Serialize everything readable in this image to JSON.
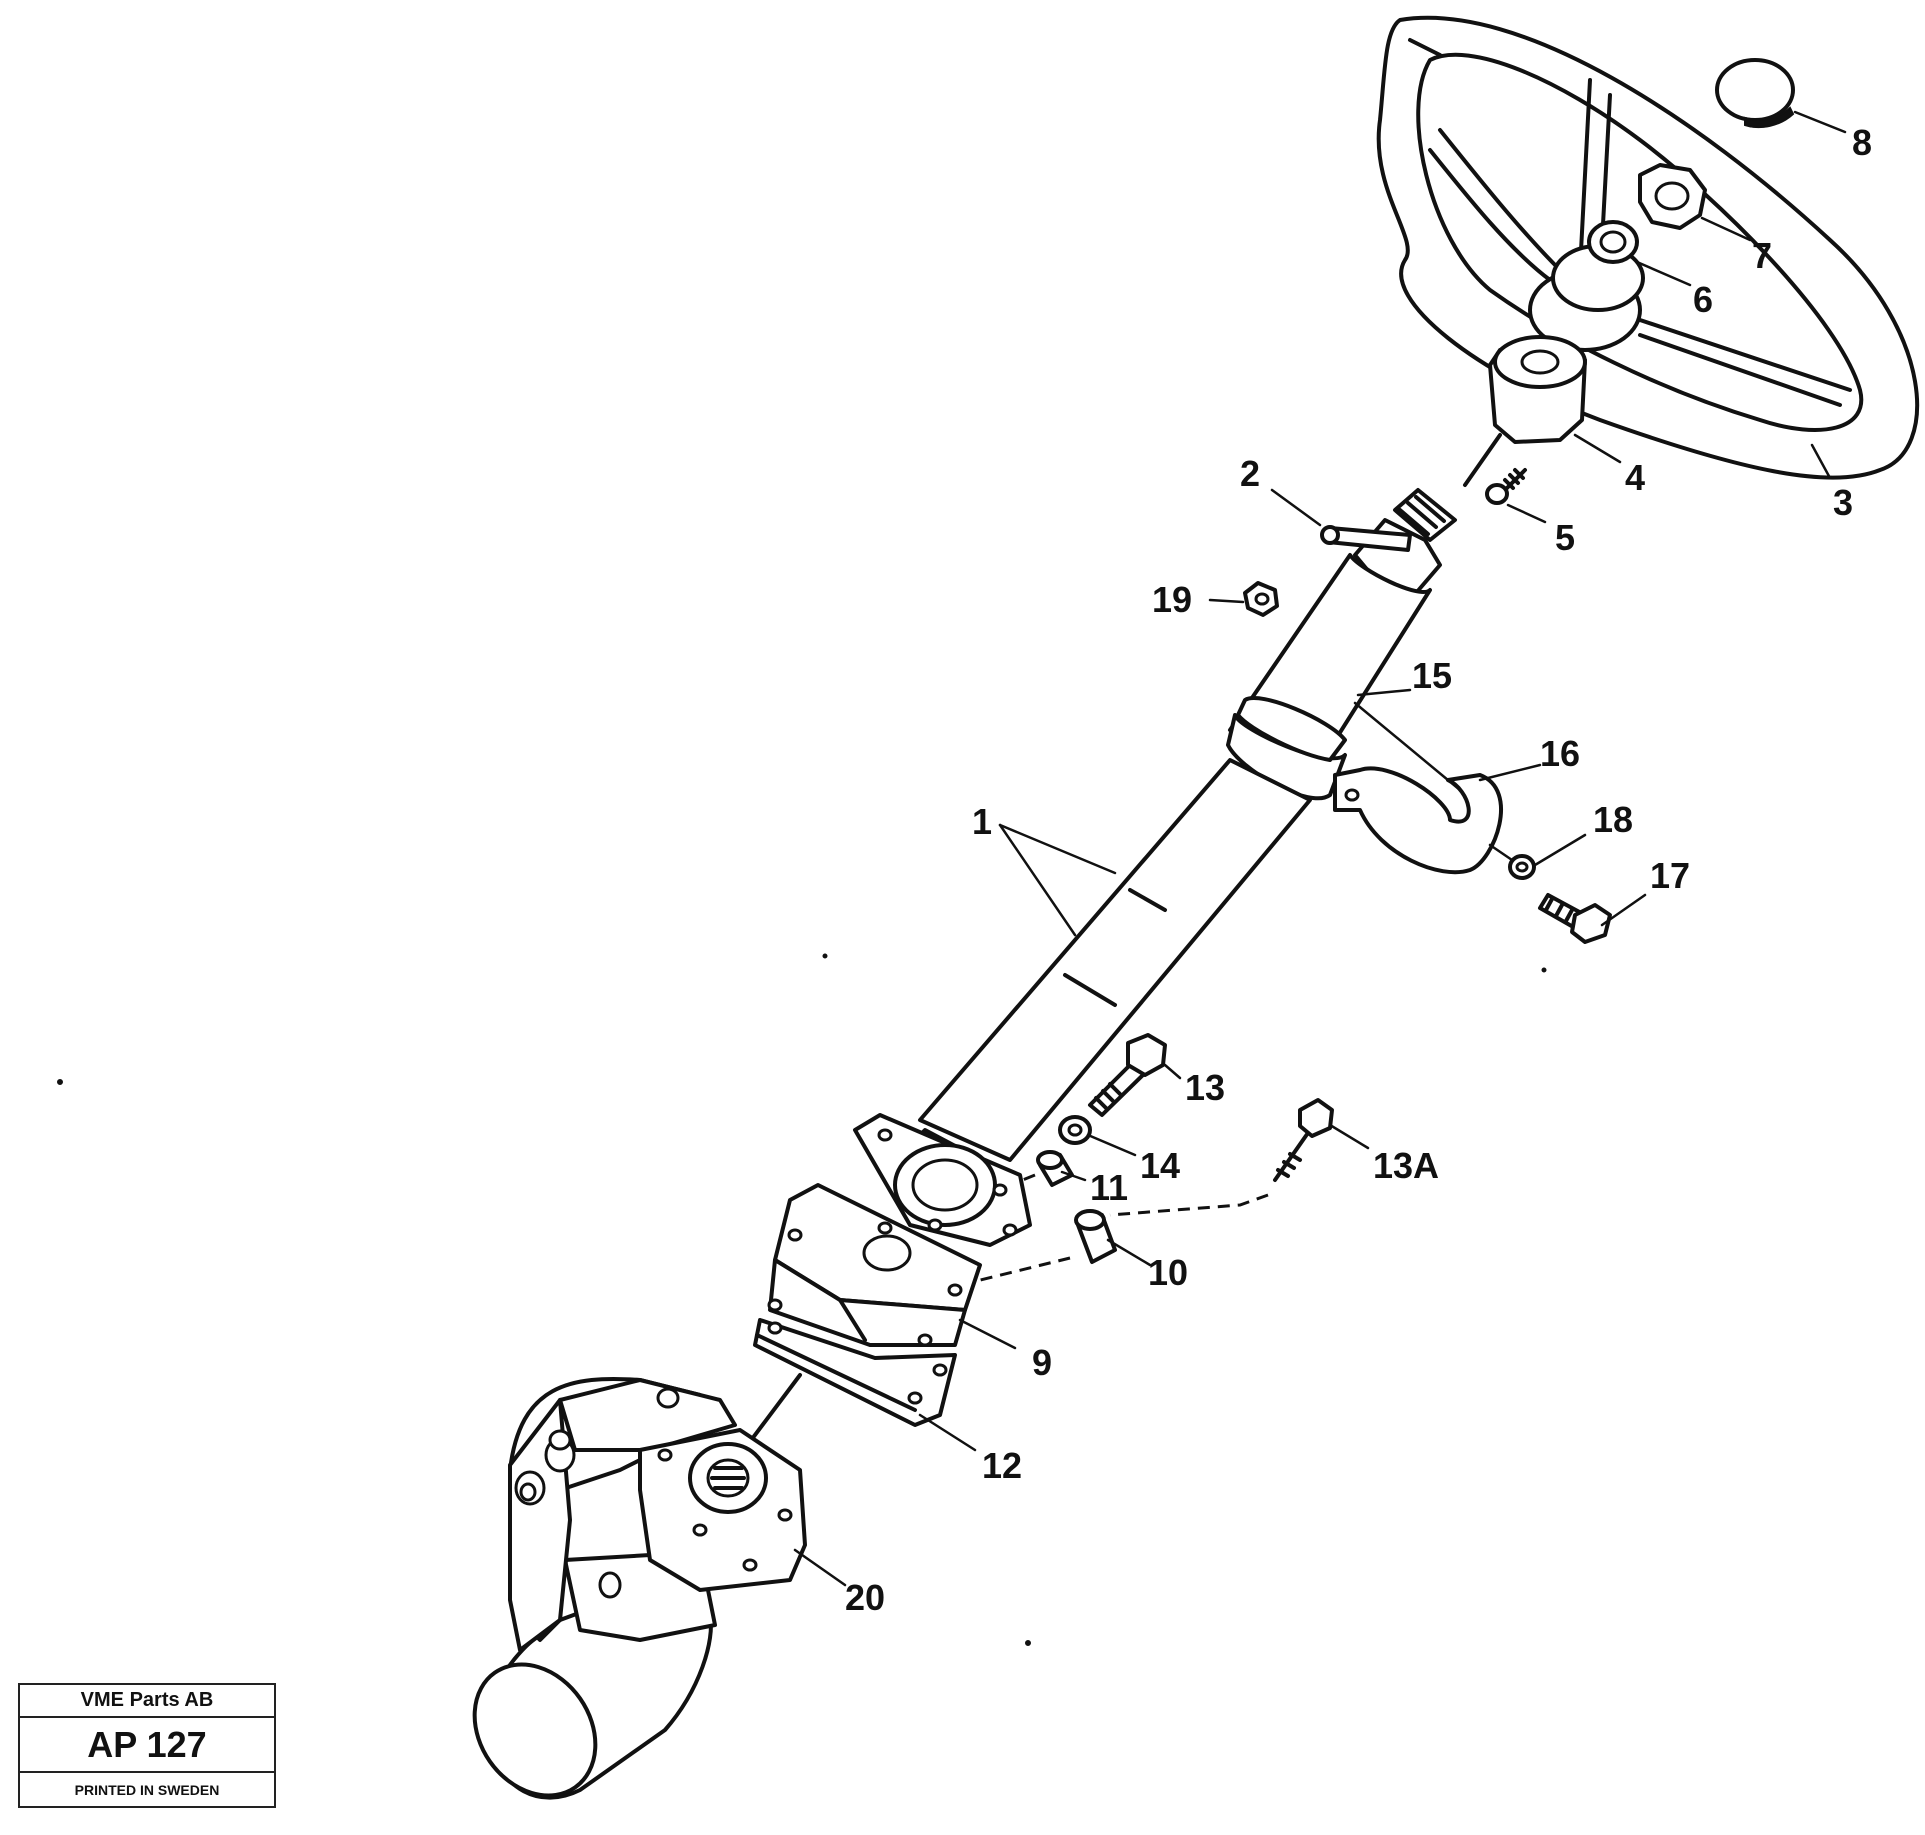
{
  "callouts": {
    "c1": "1",
    "c2": "2",
    "c3": "3",
    "c4": "4",
    "c5": "5",
    "c6": "6",
    "c7": "7",
    "c8": "8",
    "c9": "9",
    "c10": "10",
    "c11": "11",
    "c12": "12",
    "c13": "13",
    "c13a": "13A",
    "c14": "14",
    "c15": "15",
    "c16": "16",
    "c17": "17",
    "c18": "18",
    "c19": "19",
    "c20": "20"
  },
  "stamp": {
    "company": "VME Parts AB",
    "code": "AP 127",
    "printed": "PRINTED IN SWEDEN"
  }
}
